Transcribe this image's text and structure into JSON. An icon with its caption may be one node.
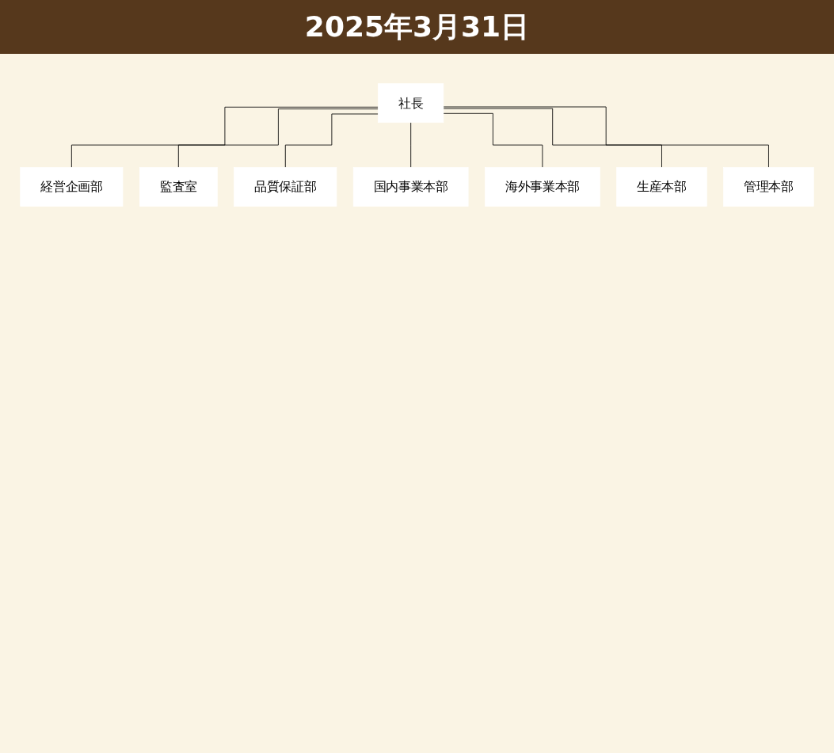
{
  "diagram": {
    "title": "2025年3月31日",
    "nodes": [
      {
        "text": [
          "社長"
        ]
      },
      {
        "text": [
          "経営企画部"
        ]
      },
      {
        "text": [
          "監査室"
        ]
      },
      {
        "text": [
          "品質保証部"
        ]
      },
      {
        "text": [
          "国内事業本部"
        ]
      },
      {
        "text": [
          "海外事業本部"
        ]
      },
      {
        "text": [
          "生産本部"
        ]
      },
      {
        "text": [
          "管理本部"
        ]
      }
    ],
    "edges": [
      {
        "from": 0,
        "to": 1,
        "arrow": "none"
      },
      {
        "from": 0,
        "to": 2,
        "arrow": "none"
      },
      {
        "from": 0,
        "to": 3,
        "arrow": "none"
      },
      {
        "from": 0,
        "to": 4,
        "arrow": "none"
      },
      {
        "from": 0,
        "to": 5,
        "arrow": "none"
      },
      {
        "from": 0,
        "to": 6,
        "arrow": "none"
      },
      {
        "from": 0,
        "to": 7,
        "arrow": "none"
      }
    ]
  }
}
